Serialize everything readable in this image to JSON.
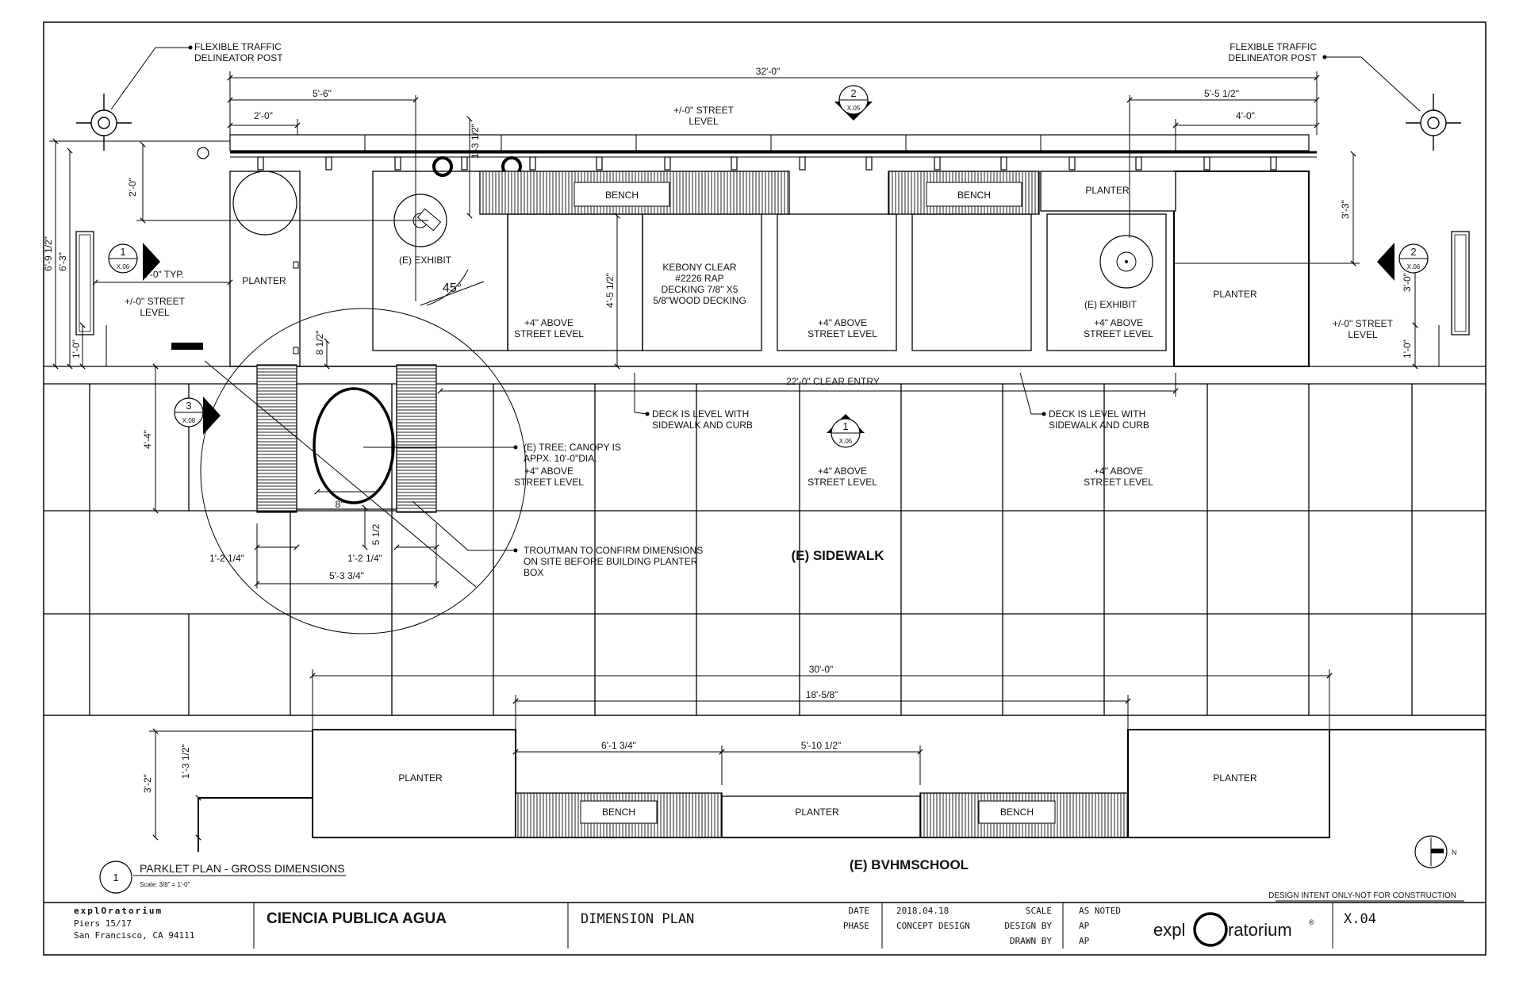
{
  "labels": {
    "flex_post_left": [
      "FLEXIBLE TRAFFIC",
      "DELINEATOR POST"
    ],
    "flex_post_right": [
      "FLEXIBLE TRAFFIC",
      "DELINEATOR POST"
    ],
    "street_level_top": [
      "+/-0\" STREET",
      "LEVEL"
    ],
    "street_level_left": [
      "+/-0\" STREET",
      "LEVEL"
    ],
    "street_level_right": [
      "+/-0\" STREET",
      "LEVEL"
    ],
    "bench1": "BENCH",
    "bench2": "BENCH",
    "planter_top_right": "PLANTER",
    "planter_left": "PLANTER",
    "planter_right": "PLANTER",
    "exhibit_left": "(E) EXHIBIT",
    "exhibit_right": "(E) EXHIBIT",
    "kebony": [
      "KEBONY CLEAR",
      "#2226 RAP",
      "DECKING 7/8\" X5",
      "5/8\"WOOD DECKING"
    ],
    "above_street": [
      "+4\" ABOVE",
      "STREET LEVEL"
    ],
    "typ": "4'-0\" TYP.",
    "angle": "45°",
    "clear_entry": "22'-0\" CLEAR ENTRY",
    "deck_level": [
      "DECK IS LEVEL WITH",
      "SIDEWALK AND CURB"
    ],
    "tree_note": [
      "(E) TREE; CANOPY IS",
      "APPX. 10'-0\"DIA."
    ],
    "troutman_note": [
      "TROUTMAN TO CONFIRM DIMENSIONS",
      "ON SITE BEFORE BUILDING PLANTER",
      "BOX"
    ],
    "sidewalk": "(E) SIDEWALK",
    "school": "(E) BVHMSCHOOL",
    "elev_planter": "PLANTER",
    "elev_bench": "BENCH"
  },
  "dimensions": {
    "overall": "32'-0\"",
    "d_5_6": "5'-6\"",
    "d_2_0_top": "2'-0\"",
    "d_5_5_half": "5'-5 1/2\"",
    "d_4_0_top": "4'-0\"",
    "d_1_3_half": "1'-3 1/2\"",
    "d_2_0_side": "2'-0\"",
    "d_6_9_half": "6'-9 1/2\"",
    "d_6_3": "6'-3\"",
    "d_1_0_left": "1'-0\"",
    "d_4_5_half": "4'-5 1/2\"",
    "d_3_3": "3'-3\"",
    "d_3_0": "3'-0\"",
    "d_1_0_right": "1'-0\"",
    "d_8_half": "8 1/2\"",
    "d_4_4": "4'-4\"",
    "d_8": "8\"",
    "d_5_half": "5 1/2",
    "d_1_2_q_left": "1'-2 1/4\"",
    "d_1_2_q_right": "1'-2 1/4\"",
    "d_5_3_3q": "5'-3 3/4\"",
    "d_30_0": "30'-0\"",
    "d_18_5_8": "18'-5/8\"",
    "d_6_1_3q": "6'-1 3/4\"",
    "d_5_10_half": "5'-10 1/2\"",
    "d_3_2": "3'-2\"",
    "d_1_3_half_elev": "1'-3 1/2\""
  },
  "callouts": [
    {
      "num": "2",
      "sheet": "X.05"
    },
    {
      "num": "1",
      "sheet": "X.06"
    },
    {
      "num": "2",
      "sheet": "X.06"
    },
    {
      "num": "3",
      "sheet": "X.08"
    },
    {
      "num": "1",
      "sheet": "X.05"
    }
  ],
  "plan_title": {
    "num": "1",
    "title": "PARKLET PLAN - GROSS DIMENSIONS",
    "scale": "Scale:  3/8\" = 1'-0\""
  },
  "north_label": "N",
  "disclaimer": "DESIGN INTENT ONLY-NOT FOR CONSTRUCTION",
  "title_block": {
    "org": "explOratorium",
    "address1": "Piers 15/17",
    "address2": "San Francisco, CA 94111",
    "project": "CIENCIA PUBLICA AGUA",
    "sheet_title": "DIMENSION PLAN",
    "date_label": "DATE",
    "date": "2018.04.18",
    "phase_label": "PHASE",
    "phase": "CONCEPT DESIGN",
    "scale_label": "SCALE",
    "scale": "AS NOTED",
    "design_label": "DESIGN BY",
    "design": "AP",
    "drawn_label": "DRAWN BY",
    "drawn": "AP",
    "logo_left": "expl",
    "logo_right": "ratorium",
    "logo_mark": "®",
    "sheet_no": "X.04"
  }
}
